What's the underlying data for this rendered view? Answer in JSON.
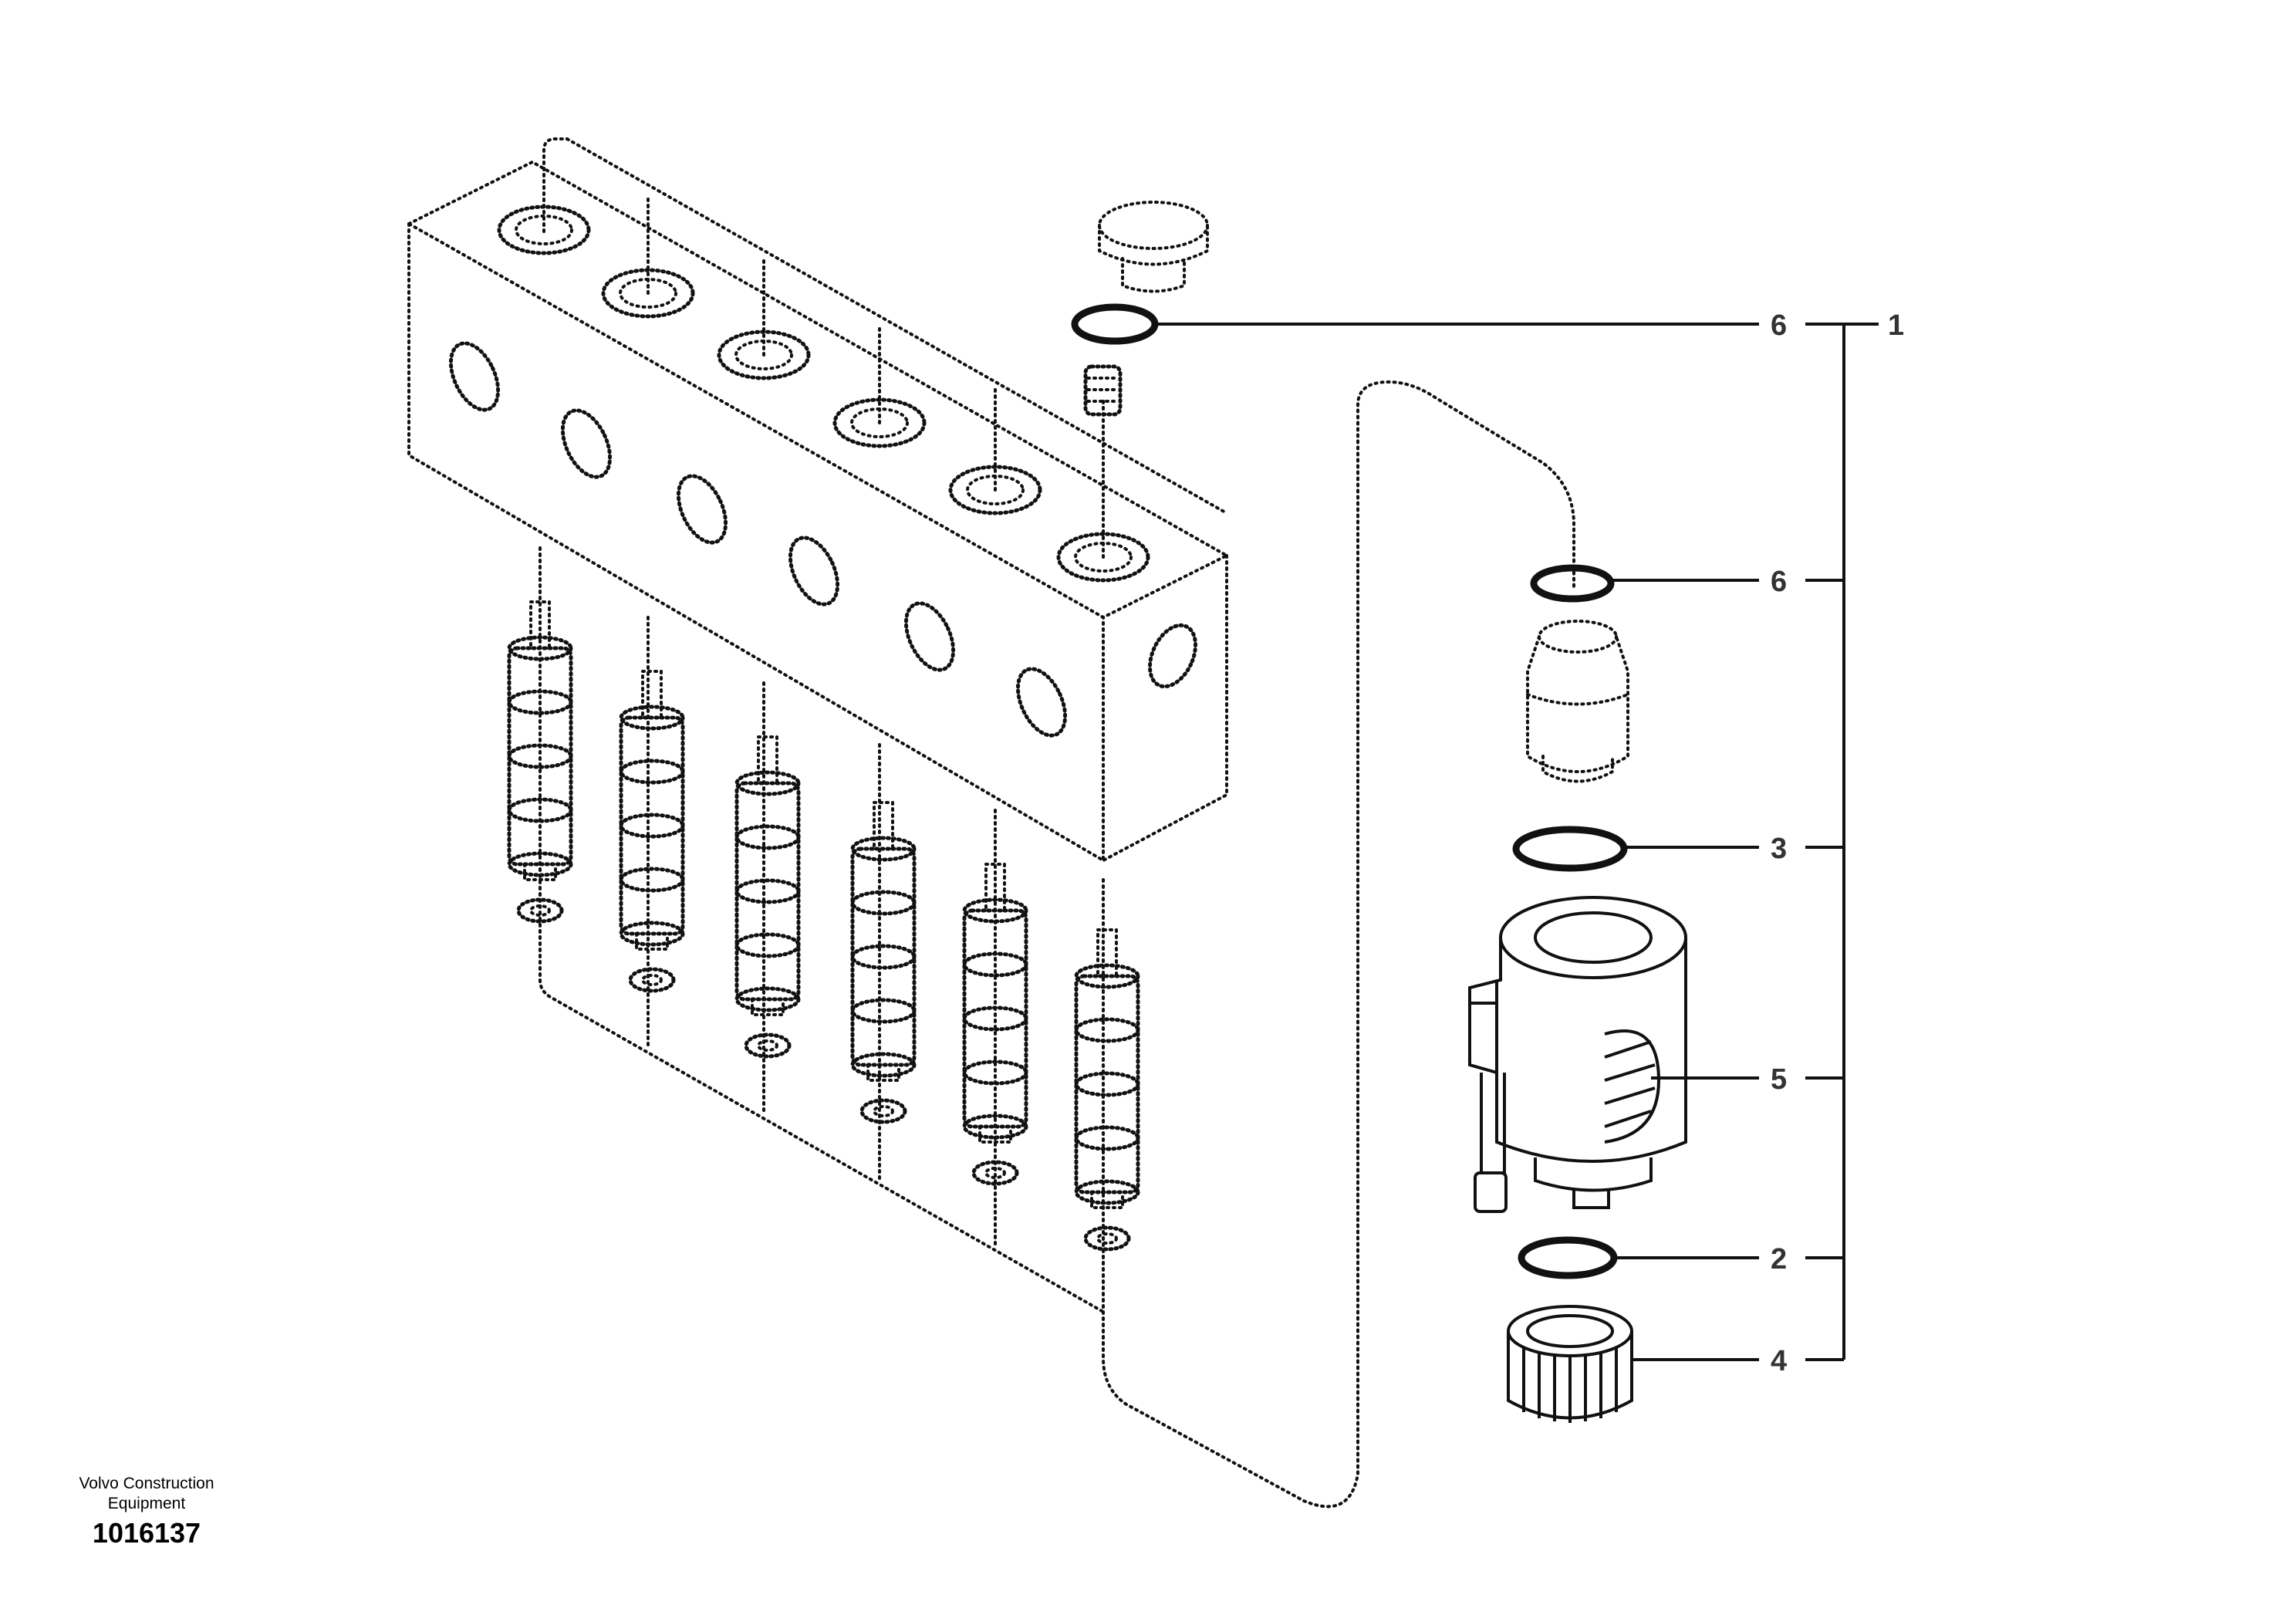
{
  "company": "Volvo Construction Equipment",
  "drawing_number": "1016137",
  "callouts": {
    "c6a": "6",
    "c1": "1",
    "c6b": "6",
    "c3": "3",
    "c5": "5",
    "c2": "2",
    "c4": "4"
  },
  "parts": {
    "valve_block": "valve-block",
    "spools": 6,
    "plug": "plug",
    "o_ring": "o-ring",
    "spring": "spring",
    "sleeve": "sleeve",
    "housing": "housing",
    "nut": "nut"
  }
}
